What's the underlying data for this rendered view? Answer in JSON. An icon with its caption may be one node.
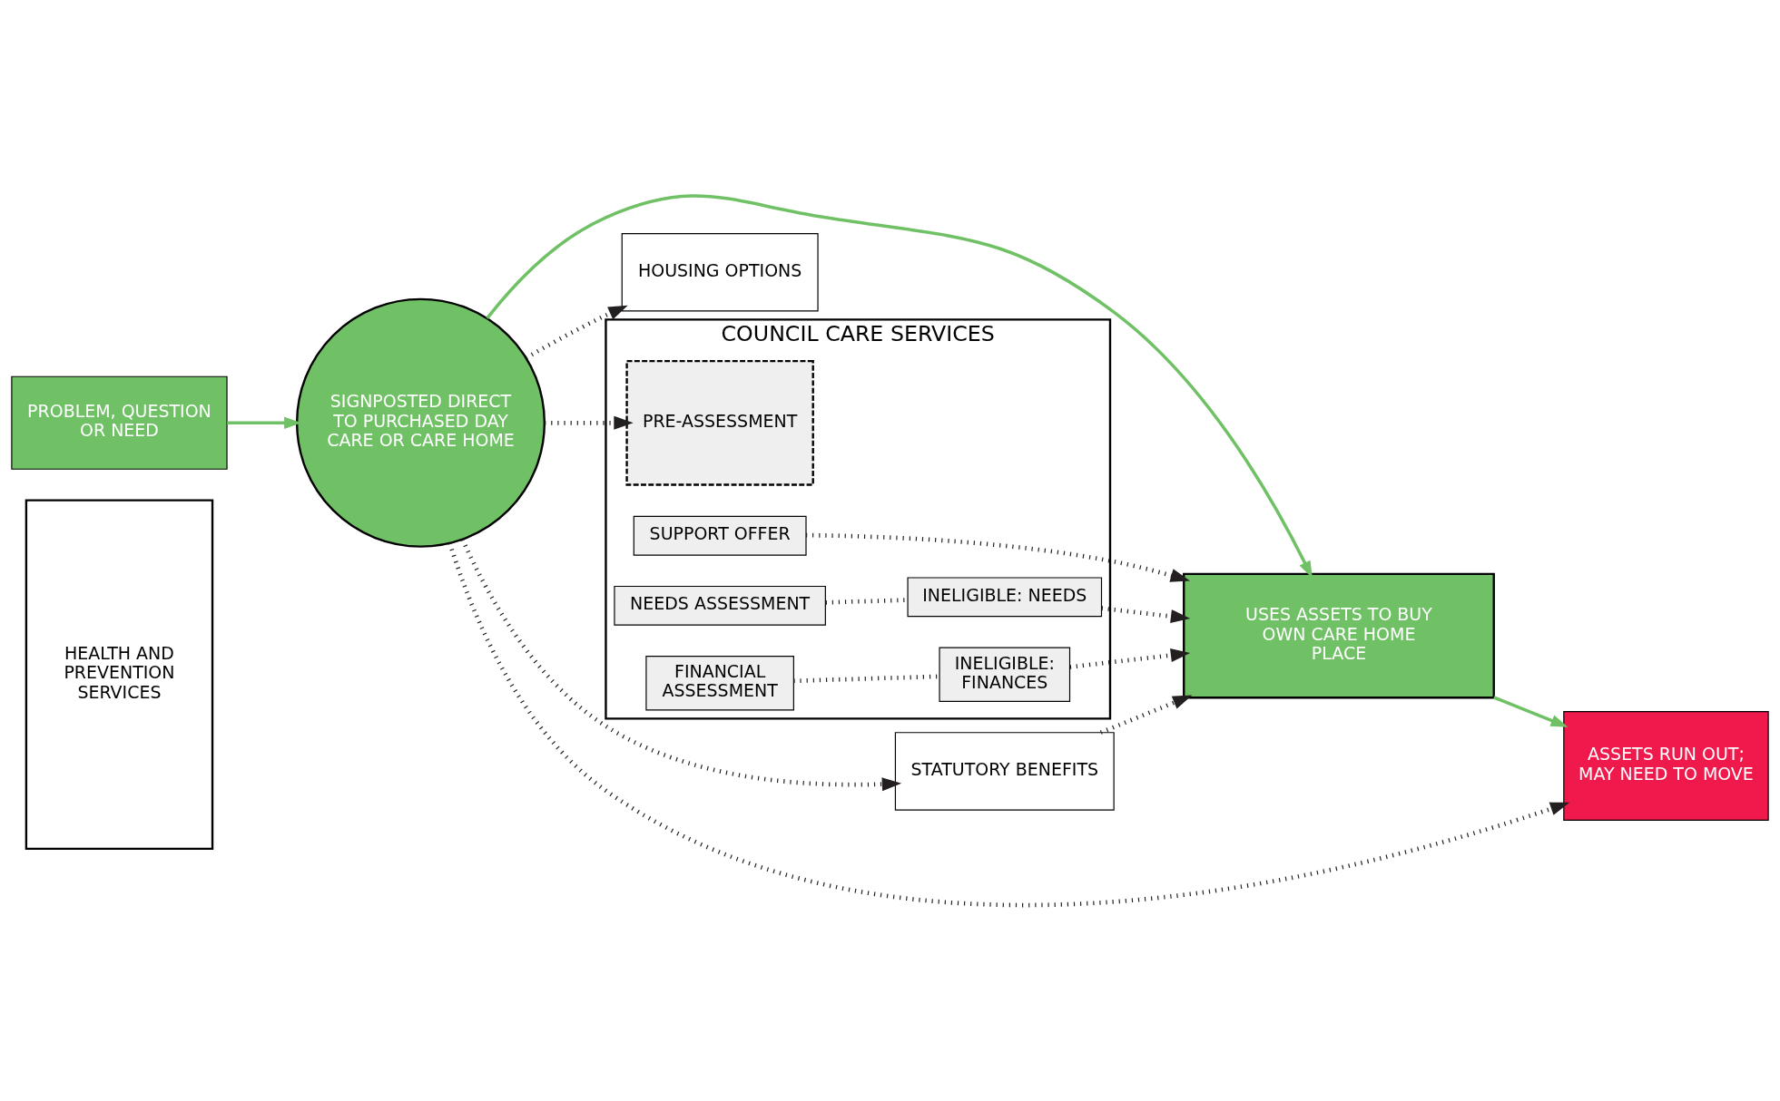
{
  "diagram": {
    "nodes": [
      {
        "text": [
          "HEALTH AND PREVENTION SERVICES"
        ]
      },
      {
        "text": [
          "PROBLEM, QUESTION OR NEED"
        ]
      },
      {
        "text": [
          "SIGNPOSTED DIRECT TO PURCHASED DAY CARE OR CARE HOME"
        ]
      },
      {
        "text": [
          "COUNCIL CARE SERVICES"
        ]
      },
      {
        "text": [
          "PRE-ASSESSMENT"
        ],
        "in": 3
      },
      {
        "text": [
          "NEEDS ASSESSMENT"
        ],
        "in": 3
      },
      {
        "text": [
          "FINANCIAL ASSESSMENT"
        ],
        "in": 3
      },
      {
        "text": [
          "SUPPORT OFFER"
        ],
        "in": 3
      },
      {
        "text": [
          "INELIGIBLE: NEEDS"
        ],
        "in": 3
      },
      {
        "text": [
          "INELIGIBLE: FINANCES"
        ],
        "in": 3
      },
      {
        "text": [
          "HOUSING OPTIONS"
        ]
      },
      {
        "text": [
          "STATUTORY BENEFITS"
        ]
      },
      {
        "text": [
          "ASSETS RUN OUT; MAY NEED TO MOVE"
        ]
      },
      {
        "text": [
          "USES ASSETS TO BUY OWN CARE HOME PLACE"
        ]
      }
    ],
    "edges": [
      {
        "from": 1,
        "to": 2,
        "arrow": "to",
        "color": "#70c166"
      },
      {
        "from": 2,
        "to": 4,
        "arrow": "to",
        "style": "dashed"
      },
      {
        "from": 2,
        "to": 10,
        "arrow": "to",
        "style": "dashed"
      },
      {
        "from": 2,
        "to": 11,
        "arrow": "to",
        "style": "dashed"
      },
      {
        "from": 2,
        "to": 12,
        "arrow": "to",
        "style": "dashed"
      },
      {
        "from": 2,
        "to": 13,
        "arrow": "to",
        "color": "#70c166"
      },
      {
        "from": 5,
        "to": 8,
        "arrow": "none",
        "style": "dashed"
      },
      {
        "from": 6,
        "to": 9,
        "arrow": "none",
        "style": "dashed"
      },
      {
        "from": 8,
        "to": 13,
        "arrow": "to",
        "style": "dashed"
      },
      {
        "from": 9,
        "to": 13,
        "arrow": "to",
        "style": "dashed"
      },
      {
        "from": 7,
        "to": 13,
        "arrow": "to",
        "style": "dashed"
      },
      {
        "from": 11,
        "to": 13,
        "arrow": "to",
        "style": "dashed"
      },
      {
        "from": 13,
        "to": 12,
        "arrow": "to",
        "color": "#70c166"
      }
    ]
  }
}
